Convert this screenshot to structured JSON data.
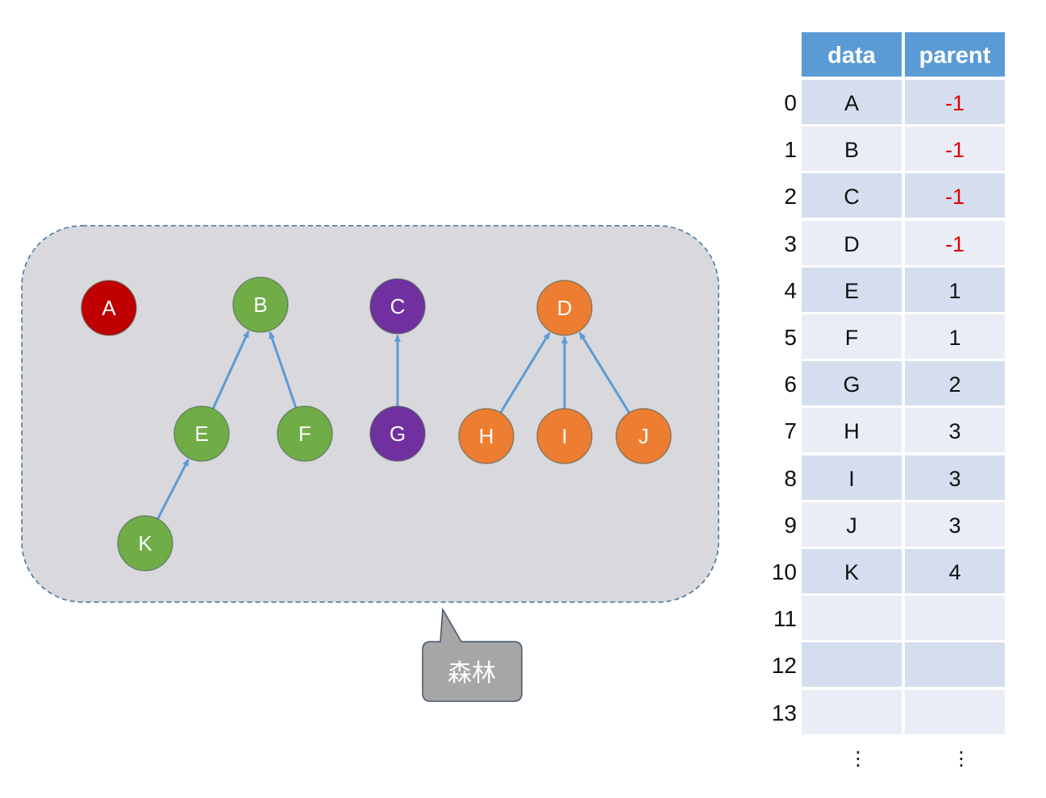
{
  "forest": {
    "callout_label": "森林",
    "colors": {
      "red": "#c00000",
      "green": "#70ad47",
      "purple": "#7030a0",
      "orange": "#ed7d31",
      "edge": "#5b9bd5",
      "panel": "#d9d8dc"
    },
    "nodes": [
      {
        "label": "A",
        "color": "red"
      },
      {
        "label": "B",
        "color": "green"
      },
      {
        "label": "C",
        "color": "purple"
      },
      {
        "label": "D",
        "color": "orange"
      },
      {
        "label": "E",
        "color": "green"
      },
      {
        "label": "F",
        "color": "green"
      },
      {
        "label": "G",
        "color": "purple"
      },
      {
        "label": "H",
        "color": "orange"
      },
      {
        "label": "I",
        "color": "orange"
      },
      {
        "label": "J",
        "color": "orange"
      },
      {
        "label": "K",
        "color": "green"
      }
    ],
    "edges": [
      {
        "from": "E",
        "to": "B"
      },
      {
        "from": "F",
        "to": "B"
      },
      {
        "from": "G",
        "to": "C"
      },
      {
        "from": "H",
        "to": "D"
      },
      {
        "from": "I",
        "to": "D"
      },
      {
        "from": "J",
        "to": "D"
      },
      {
        "from": "K",
        "to": "E"
      }
    ]
  },
  "table": {
    "headers": {
      "data": "data",
      "parent": "parent"
    },
    "rows": [
      {
        "index": "0",
        "data": "A",
        "parent": "-1"
      },
      {
        "index": "1",
        "data": "B",
        "parent": "-1"
      },
      {
        "index": "2",
        "data": "C",
        "parent": "-1"
      },
      {
        "index": "3",
        "data": "D",
        "parent": "-1"
      },
      {
        "index": "4",
        "data": "E",
        "parent": "1"
      },
      {
        "index": "5",
        "data": "F",
        "parent": "1"
      },
      {
        "index": "6",
        "data": "G",
        "parent": "2"
      },
      {
        "index": "7",
        "data": "H",
        "parent": "3"
      },
      {
        "index": "8",
        "data": "I",
        "parent": "3"
      },
      {
        "index": "9",
        "data": "J",
        "parent": "3"
      },
      {
        "index": "10",
        "data": "K",
        "parent": "4"
      },
      {
        "index": "11",
        "data": "",
        "parent": ""
      },
      {
        "index": "12",
        "data": "",
        "parent": ""
      },
      {
        "index": "13",
        "data": "",
        "parent": ""
      }
    ],
    "ellipsis": "⋮"
  }
}
